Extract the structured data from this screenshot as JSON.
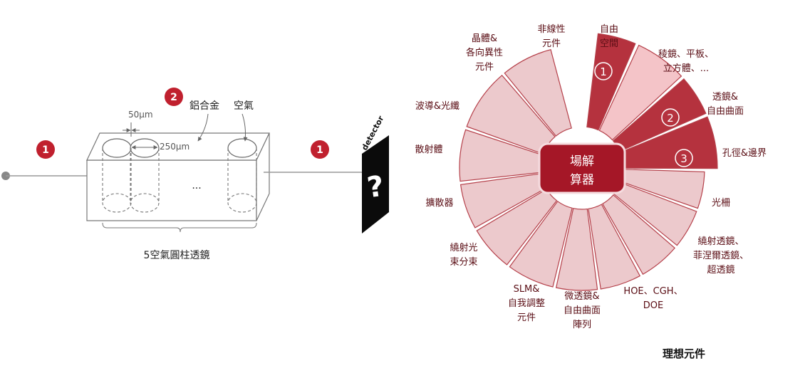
{
  "left_diagram": {
    "badge_source": "1",
    "badge_output": "1",
    "badge_material": "2",
    "material_label": "鋁合金",
    "air_label": "空氣",
    "dim_gap": "50μm",
    "dim_diameter": "250μm",
    "ellipsis": "...",
    "detector_label": "detector",
    "detector_mark": "?",
    "caption": "5空氣圓柱透鏡"
  },
  "wheel": {
    "center_line1": "場解",
    "center_line2": "算器",
    "segments": [
      {
        "lines": [
          "自由",
          "空間"
        ],
        "badge": "1",
        "style": "dark"
      },
      {
        "lines": [
          "稜鏡、平板、",
          "立方體、..."
        ],
        "badge": "",
        "style": "pink"
      },
      {
        "lines": [
          "透鏡&",
          "自由曲面"
        ],
        "badge": "2",
        "style": "dark"
      },
      {
        "lines": [
          "孔徑&邊界"
        ],
        "badge": "3",
        "style": "dark"
      },
      {
        "lines": [
          "光柵"
        ],
        "badge": "",
        "style": "light"
      },
      {
        "lines": [
          "繞射透鏡、",
          "菲涅爾透鏡、",
          "超透鏡"
        ],
        "badge": "",
        "style": "light"
      },
      {
        "lines": [
          "HOE、CGH、",
          "DOE"
        ],
        "badge": "",
        "style": "light"
      },
      {
        "lines": [
          "微透鏡&",
          "自由曲面",
          "陣列"
        ],
        "badge": "",
        "style": "light"
      },
      {
        "lines": [
          "SLM&",
          "自我調整",
          "元件"
        ],
        "badge": "",
        "style": "light"
      },
      {
        "lines": [
          "繞射光",
          "束分束"
        ],
        "badge": "",
        "style": "light"
      },
      {
        "lines": [
          "擴散器"
        ],
        "badge": "",
        "style": "light"
      },
      {
        "lines": [
          "散射體"
        ],
        "badge": "",
        "style": "light"
      },
      {
        "lines": [
          "波導&光纖"
        ],
        "badge": "",
        "style": "light"
      },
      {
        "lines": [
          "晶體&",
          "各向異性",
          "元件"
        ],
        "badge": "",
        "style": "light"
      },
      {
        "lines": [
          "非線性",
          "元件"
        ],
        "badge": "",
        "style": "light"
      }
    ],
    "caption": "理想元件"
  },
  "colors": {
    "badge": "#c0202e",
    "dark_segment": "#b5323e",
    "pink_segment": "#f4c4c8",
    "light_segment": "#ecc9cc",
    "segment_stroke": "#b5404a",
    "center_box": "#a51727",
    "label_text": "#5a0d14"
  }
}
